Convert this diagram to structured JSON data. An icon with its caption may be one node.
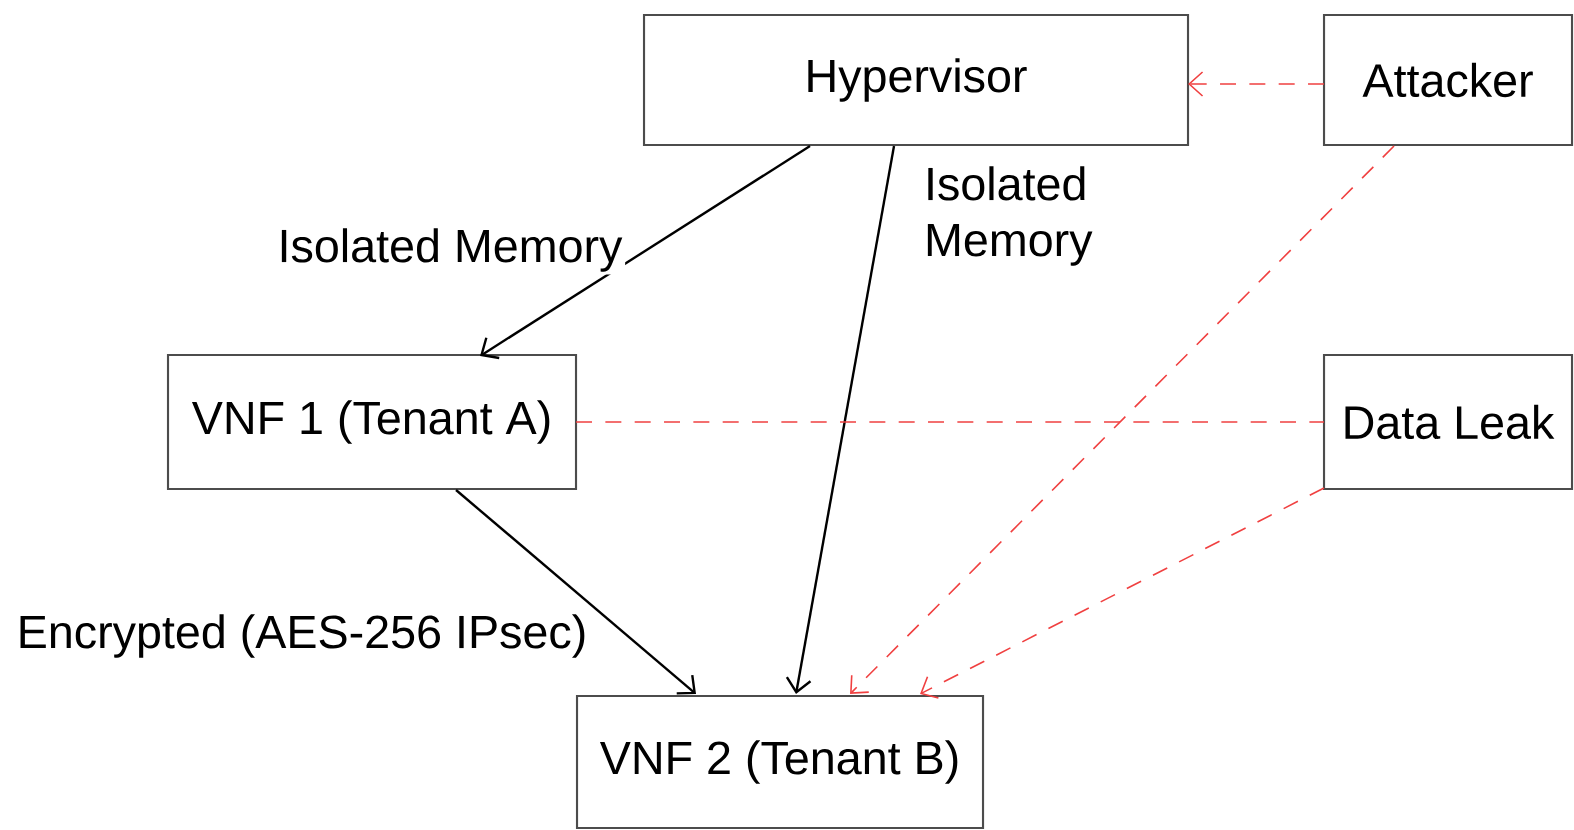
{
  "diagram": {
    "nodes": [
      {
        "text": [
          "Hypervisor"
        ]
      },
      {
        "text": [
          "Attacker"
        ]
      },
      {
        "text": [
          "VNF 1 (Tenant A)"
        ]
      },
      {
        "text": [
          "Data Leak"
        ]
      },
      {
        "text": [
          "VNF 2 (Tenant B)"
        ]
      }
    ],
    "edges": [
      {
        "from": 0,
        "to": 2,
        "arrow": "to",
        "label": "Isolated Memory",
        "color": "#000000"
      },
      {
        "from": 0,
        "to": 4,
        "arrow": "to",
        "label": "Isolated Memory",
        "color": "#000000"
      },
      {
        "from": 2,
        "to": 4,
        "arrow": "to",
        "label": "Encrypted (AES-256 IPsec)",
        "color": "#000000"
      },
      {
        "from": 1,
        "to": 0,
        "arrow": "to",
        "style": "dashed",
        "color": "#f04040"
      },
      {
        "from": 1,
        "to": 4,
        "arrow": "to",
        "style": "dashed",
        "color": "#f04040"
      },
      {
        "from": 2,
        "to": 3,
        "arrow": "none",
        "style": "dashed",
        "color": "#f04040"
      },
      {
        "from": 3,
        "to": 4,
        "arrow": "to",
        "style": "dashed",
        "color": "#f04040"
      }
    ]
  }
}
